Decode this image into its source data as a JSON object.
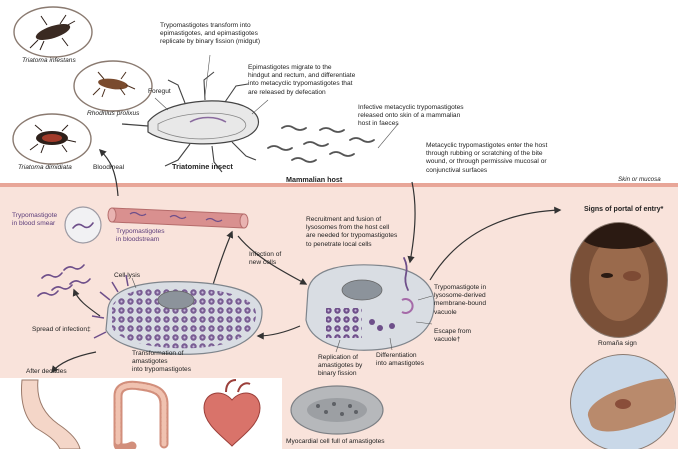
{
  "vector": {
    "species": [
      "Triatoma infestans",
      "Rhodnius prolixus",
      "Triatoma dimidiata"
    ],
    "insect_label": "Triatomine insect",
    "foregut_label": "Foregut",
    "bloodmeal_label": "Bloodmeal"
  },
  "insect_steps": {
    "transform": "Trypomastigotes transform into\nepimastigotes, and epimastigotes\nreplicate by binary fission (midgut)",
    "migrate": "Epimastigotes migrate to the\nhindgut and rectum, and differentiate\ninto metacyclic trypomastigotes that\nare released by defecation",
    "released": "Infective metacyclic trypomastigotes\nreleased onto skin of a mammalian\nhost in faeces"
  },
  "host": {
    "header": "Mammalian host",
    "skin_label": "Skin or mucosa",
    "enter": "Metacyclic trypomastigotes enter the host\nthrough rubbing or scratching of the bite\nwound, or through permissive mucosal or\nconjunctival surfaces",
    "smear": "Trypomastigote\nin blood smear",
    "bloodstream": "Trypomastigotes\nin bloodstream",
    "recruitment": "Recruitment and fusion of\nlysosomes from the host cell\nare needed for trypomastigotes\nto penetrate local cells",
    "new_cells": "Infection of\nnew cells",
    "vacuole": "Trypomastigote in\nlysosome-derived\nmembrane-bound\nvacuole",
    "escape": "Escape from\nvacuole†",
    "differentiation": "Differentiation\ninto amastigotes",
    "replication": "Replication of\namastigotes by\nbinary fission",
    "cell_lysis": "Cell lysis",
    "spread": "Spread of infection‡",
    "transformation": "Transformation of\namastigotes\ninto trypomastigotes",
    "after_decades": "After decades",
    "myocardial": "Myocardial cell full of amastigotes"
  },
  "portal": {
    "title": "Signs of portal of entry*",
    "romana": "Romaña sign"
  },
  "colors": {
    "host_bg": "#f9e3db",
    "cell": "#d9dde3",
    "nucleus": "#8c939b",
    "amastigote": "#6e4f8a",
    "vessel": "#d9908f"
  }
}
